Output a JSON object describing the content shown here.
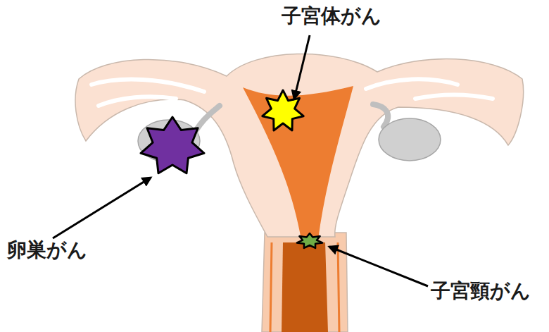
{
  "diagram": {
    "labels": [
      "子宮体がん",
      "卵巣がん",
      "子宮頸がん"
    ]
  }
}
